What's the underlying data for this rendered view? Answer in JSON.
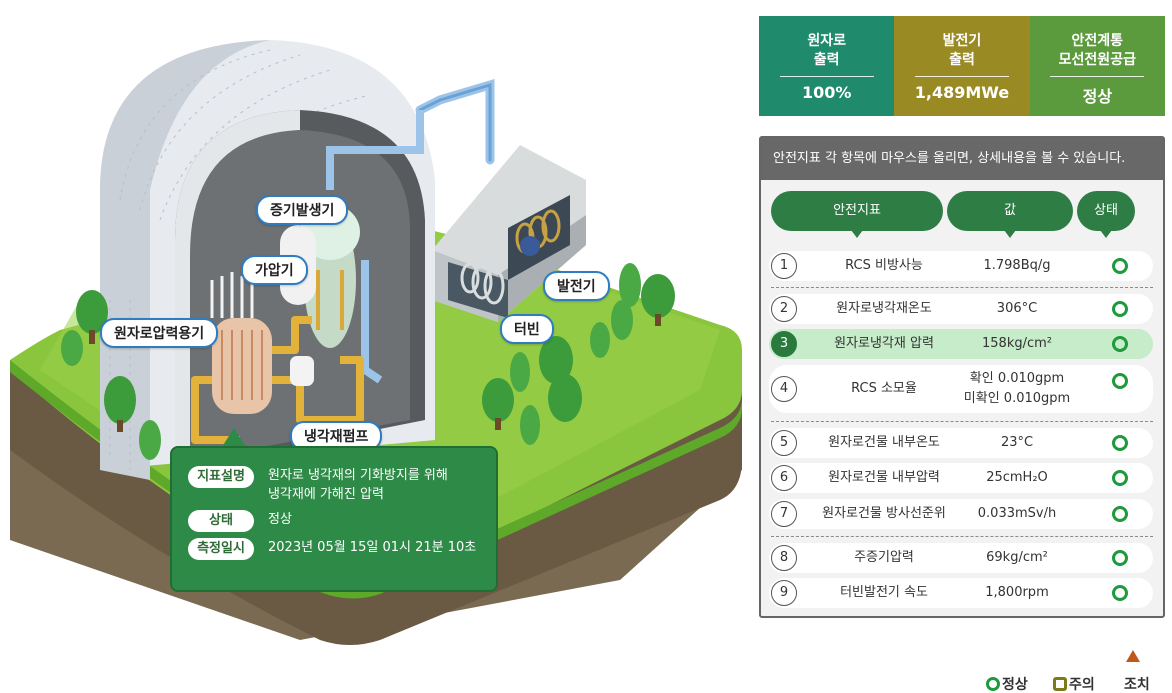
{
  "scene": {
    "labels": {
      "steam_generator": "증기발생기",
      "pressurizer": "가압기",
      "reactor_vessel": "원자로압력용기",
      "coolant_pump": "냉각재펌프",
      "generator": "발전기",
      "turbine": "터빈"
    }
  },
  "tooltip": {
    "desc_key": "지표설명",
    "desc_lines": [
      "원자로 냉각재의 기화방지를 위해",
      "냉각재에 가해진 압력"
    ],
    "status_key": "상태",
    "status_val": "정상",
    "time_key": "측정일시",
    "time_val": "2023년 05월 15일 01시 21분 10초"
  },
  "cards": [
    {
      "title_lines": [
        "원자로",
        "출력"
      ],
      "value": "100%",
      "color": "#1f8a6c"
    },
    {
      "title_lines": [
        "발전기",
        "출력"
      ],
      "value": "1,489MWe",
      "color": "#9a8a23"
    },
    {
      "title_lines": [
        "안전계통",
        "모선전원공급"
      ],
      "value": "정상",
      "color": "#5c9a3e"
    }
  ],
  "panel": {
    "header": "안전지표 각 항목에 마우스를 올리면, 상세내용을 볼 수 있습니다.",
    "col_indicator": "안전지표",
    "col_value": "값",
    "col_status": "상태",
    "items": [
      {
        "num": "1",
        "name": "RCS 비방사능",
        "value": "1.798Bq/g"
      },
      {
        "num": "2",
        "name": "원자로냉각재온도",
        "value": "306°C"
      },
      {
        "num": "3",
        "name": "원자로냉각재 압력",
        "value": "158kg/cm²"
      },
      {
        "num": "4",
        "name": "RCS 소모율",
        "value_lines": [
          "확인 0.010gpm",
          "미확인 0.010gpm"
        ]
      },
      {
        "num": "5",
        "name": "원자로건물 내부온도",
        "value": "23°C"
      },
      {
        "num": "6",
        "name": "원자로건물 내부압력",
        "value": "25cmH₂O"
      },
      {
        "num": "7",
        "name": "원자로건물 방사선준위",
        "value": "0.033mSv/h"
      },
      {
        "num": "8",
        "name": "주증기압력",
        "value": "69kg/cm²"
      },
      {
        "num": "9",
        "name": "터빈발전기 속도",
        "value": "1,800rpm"
      }
    ]
  },
  "legend": {
    "normal": "정상",
    "caution": "주의",
    "action": "조치"
  },
  "colors": {
    "normal": "#1e9a3c",
    "caution": "#7c7a1a",
    "action": "#c1581b",
    "accent_green": "#2e7d45"
  }
}
